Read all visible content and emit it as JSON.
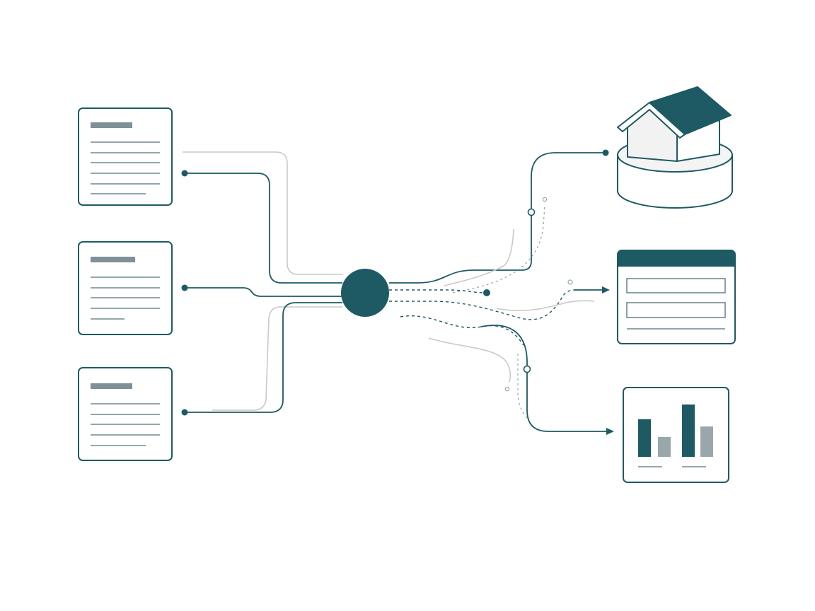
{
  "colors": {
    "accent": "#1d5a64",
    "muted": "#7d9196",
    "ghost": "#c9c9c9",
    "bar_secondary": "#9aa7aa",
    "surface": "#ffffff"
  },
  "sources": [
    {
      "icon": "document-icon",
      "lines": 5
    },
    {
      "icon": "document-icon",
      "lines": 4
    },
    {
      "icon": "document-icon",
      "lines": 4
    }
  ],
  "hub": {
    "icon": "hub-node-icon"
  },
  "outputs": [
    {
      "icon": "house-on-platform-icon"
    },
    {
      "icon": "form-window-icon",
      "fields": 2
    },
    {
      "icon": "bar-chart-icon",
      "bars": [
        0.72,
        0.38,
        1.0,
        0.58
      ]
    }
  ]
}
